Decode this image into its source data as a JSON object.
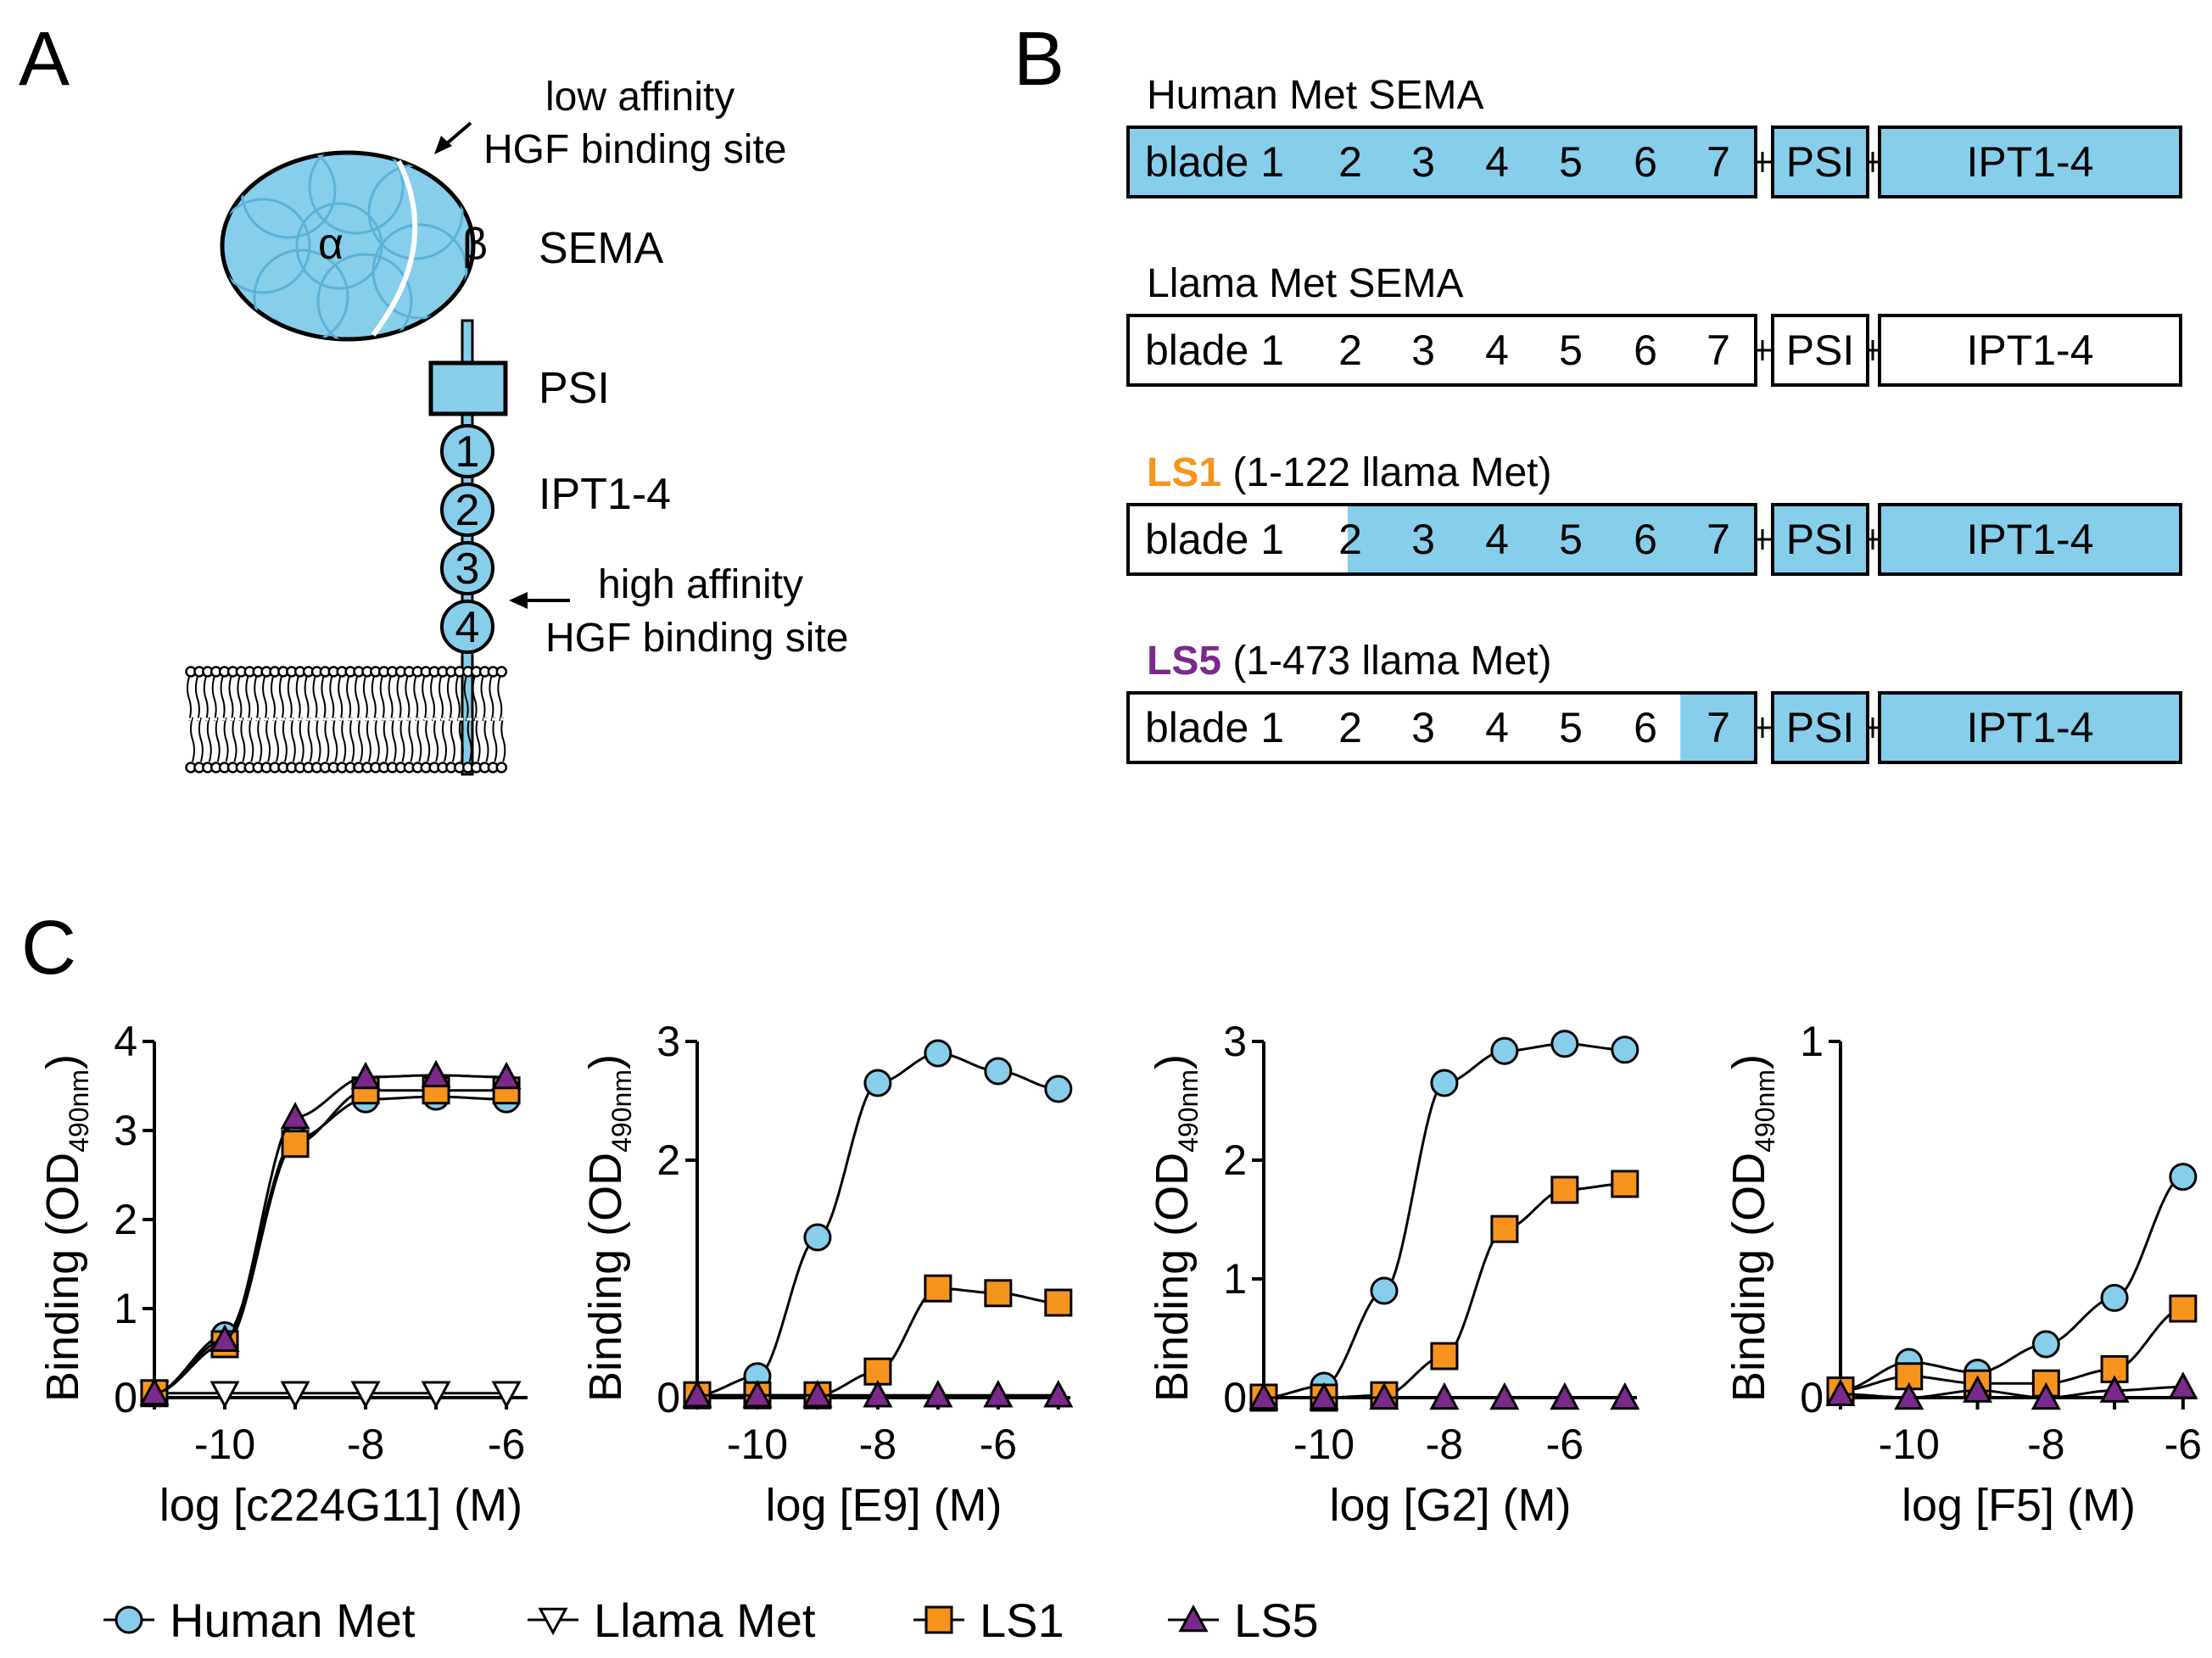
{
  "panels": {
    "a": "A",
    "b": "B",
    "c": "C"
  },
  "panel_a": {
    "alpha": "α",
    "beta": "β",
    "sema": "SEMA",
    "psi": "PSI",
    "ipt": "IPT1-4",
    "ipt_numbers": [
      "1",
      "2",
      "3",
      "4"
    ],
    "low_site_line1": "low affinity",
    "low_site_line2": "HGF binding site",
    "high_site_line1": "high affinity",
    "high_site_line2": "HGF binding site",
    "colors": {
      "fill": "#87CEEB",
      "stroke": "#000000"
    }
  },
  "panel_b": {
    "constructs": [
      {
        "title": "Human Met SEMA",
        "title_prefix": "",
        "title_suffix": "",
        "blade1": "blade 1",
        "blades": [
          "2",
          "3",
          "4",
          "5",
          "6",
          "7"
        ],
        "psi": "PSI",
        "ipt": "IPT1-4",
        "human_blade_fraction": 1.0
      },
      {
        "title": "Llama Met SEMA",
        "title_prefix": "",
        "title_suffix": "",
        "blade1": "blade 1",
        "blades": [
          "2",
          "3",
          "4",
          "5",
          "6",
          "7"
        ],
        "psi": "PSI",
        "ipt": "IPT1-4",
        "human_blade_fraction": 0.0
      },
      {
        "title": "",
        "title_prefix": "LS1",
        "title_suffix": " (1-122 llama Met)",
        "blade1": "blade 1",
        "blades": [
          "2",
          "3",
          "4",
          "5",
          "6",
          "7"
        ],
        "psi": "PSI",
        "ipt": "IPT1-4",
        "human_blade_fraction": 0.65
      },
      {
        "title": "",
        "title_prefix": "LS5",
        "title_suffix": " (1-473 llama Met)",
        "blade1": "blade 1",
        "blades": [
          "2",
          "3",
          "4",
          "5",
          "6",
          "7"
        ],
        "psi": "PSI",
        "ipt": "IPT1-4",
        "human_blade_fraction": 0.12
      }
    ],
    "colors": {
      "human": "#87CEEB",
      "llama": "#FFFFFF",
      "ls1": "#F7941D",
      "ls5": "#7B2A8C"
    }
  },
  "chart_data": [
    {
      "type": "scatter",
      "xlabel": "log [c224G11] (M)",
      "ylabel": "Binding (OD",
      "ylabel_sub": "490nm",
      "xlim": [
        -11,
        -5.7
      ],
      "ylim": [
        0,
        4
      ],
      "xticks": [
        -10,
        -8,
        -6
      ],
      "yticks": [
        0,
        1,
        2,
        3,
        4
      ],
      "x": [
        -11,
        -10,
        -9,
        -8,
        -7,
        -6
      ],
      "series": [
        {
          "name": "Human Met",
          "values": [
            0.05,
            0.7,
            2.9,
            3.35,
            3.38,
            3.35
          ]
        },
        {
          "name": "Llama Met",
          "values": [
            0.05,
            0.05,
            0.05,
            0.05,
            0.05,
            0.05
          ]
        },
        {
          "name": "LS1",
          "values": [
            0.05,
            0.6,
            2.85,
            3.45,
            3.45,
            3.45
          ]
        },
        {
          "name": "LS5",
          "values": [
            0.05,
            0.65,
            3.15,
            3.6,
            3.62,
            3.6
          ]
        }
      ]
    },
    {
      "type": "scatter",
      "xlabel": "log [E9] (M)",
      "ylabel": "Binding (OD",
      "ylabel_sub": "490nm",
      "xlim": [
        -11,
        -4.8
      ],
      "ylim": [
        0,
        3
      ],
      "xticks": [
        -10,
        -8,
        -6
      ],
      "yticks": [
        0,
        2,
        3
      ],
      "x": [
        -11,
        -10,
        -9,
        -8,
        -7,
        -6,
        -5
      ],
      "series": [
        {
          "name": "Human Met",
          "values": [
            0.02,
            0.18,
            1.35,
            2.65,
            2.9,
            2.75,
            2.6
          ]
        },
        {
          "name": "LS1",
          "values": [
            0.02,
            0.02,
            0.02,
            0.22,
            0.92,
            0.88,
            0.8
          ]
        },
        {
          "name": "LS5",
          "values": [
            0.02,
            0.02,
            0.02,
            0.02,
            0.02,
            0.02,
            0.02
          ]
        }
      ]
    },
    {
      "type": "scatter",
      "xlabel": "log [G2] (M)",
      "ylabel": "Binding (OD",
      "ylabel_sub": "490nm",
      "xlim": [
        -11,
        -4.8
      ],
      "ylim": [
        0,
        3
      ],
      "xticks": [
        -10,
        -8,
        -6
      ],
      "yticks": [
        0,
        1,
        2,
        3
      ],
      "x": [
        -11,
        -10,
        -9,
        -8,
        -7,
        -6,
        -5
      ],
      "series": [
        {
          "name": "Human Met",
          "values": [
            0.0,
            0.1,
            0.9,
            2.65,
            2.92,
            2.98,
            2.93
          ]
        },
        {
          "name": "LS1",
          "values": [
            0.0,
            0.0,
            0.02,
            0.35,
            1.42,
            1.75,
            1.8
          ]
        },
        {
          "name": "LS5",
          "values": [
            0.0,
            0.0,
            0.0,
            0.0,
            0.0,
            0.0,
            0.0
          ]
        }
      ]
    },
    {
      "type": "scatter",
      "xlabel": "log [F5] (M)",
      "ylabel": "Binding (OD",
      "ylabel_sub": "490nm",
      "xlim": [
        -11,
        -5.8
      ],
      "ylim": [
        0,
        1
      ],
      "xticks": [
        -10,
        -8,
        -6
      ],
      "yticks": [
        0,
        1
      ],
      "x": [
        -11,
        -10,
        -9,
        -8,
        -7,
        -6
      ],
      "series": [
        {
          "name": "Human Met",
          "values": [
            0.02,
            0.1,
            0.07,
            0.15,
            0.28,
            0.62
          ]
        },
        {
          "name": "LS1",
          "values": [
            0.02,
            0.06,
            0.04,
            0.04,
            0.08,
            0.25
          ]
        },
        {
          "name": "LS5",
          "values": [
            0.01,
            0.0,
            0.02,
            0.0,
            0.02,
            0.03
          ]
        }
      ]
    }
  ],
  "legend": [
    {
      "name": "Human Met",
      "marker": "circle",
      "color": "#87CEEB"
    },
    {
      "name": "Llama Met",
      "marker": "triangle-down",
      "color": "#FFFFFF"
    },
    {
      "name": "LS1",
      "marker": "square",
      "color": "#F7941D"
    },
    {
      "name": "LS5",
      "marker": "triangle-up",
      "color": "#7B2A8C"
    }
  ]
}
